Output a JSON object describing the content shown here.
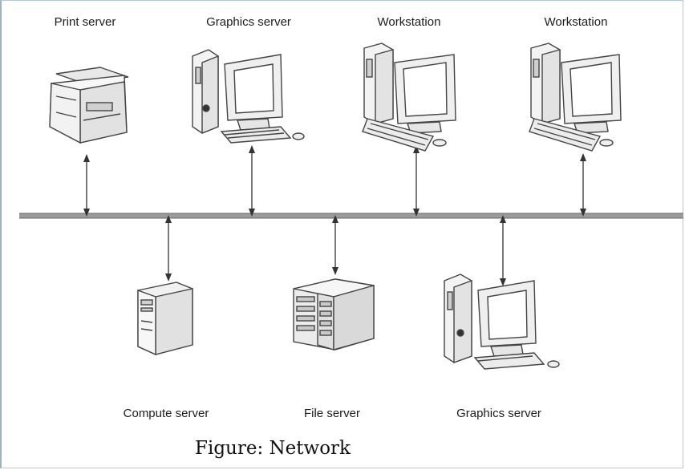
{
  "labels": {
    "top": [
      "Print server",
      "Graphics server",
      "Workstation",
      "Workstation"
    ],
    "bottom": [
      "Compute server",
      "File server",
      "Graphics server"
    ]
  },
  "caption": "Figure: Network"
}
